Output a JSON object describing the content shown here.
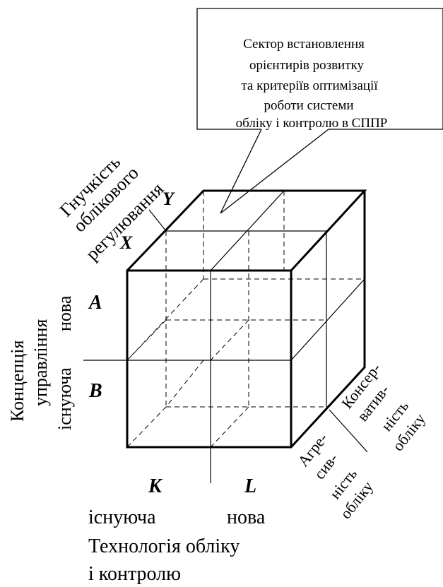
{
  "callout": {
    "line1": "Сектор встановлення",
    "line2": "орієнтирів розвитку",
    "line3": "та критеріїв оптимізації",
    "line4": "роботи системи",
    "line5": "обліку і контролю в СППР"
  },
  "top_axis": {
    "line1": "Гнучкість",
    "line2": "облікового",
    "line3": "регулювання",
    "x": "X",
    "y": "Y"
  },
  "left_axis": {
    "a": "A",
    "b": "B",
    "line1": "Концепція",
    "line2": "управління",
    "nova": "нова",
    "isnuyucha": "існуюча"
  },
  "bottom_axis": {
    "k": "К",
    "l": "L",
    "isnuyucha": "існуюча",
    "nova": "нова",
    "line1": "Технологія обліку",
    "line2": "і контролю"
  },
  "right_axis": {
    "agr1": "Агре-",
    "agr2": "сив-",
    "agr3": "ність",
    "agr4": "обліку",
    "kons1": "Консер-",
    "kons2": "ватив-",
    "kons3": "ність",
    "kons4": "обліку"
  },
  "colors": {
    "stroke": "#000000",
    "background": "#ffffff"
  }
}
